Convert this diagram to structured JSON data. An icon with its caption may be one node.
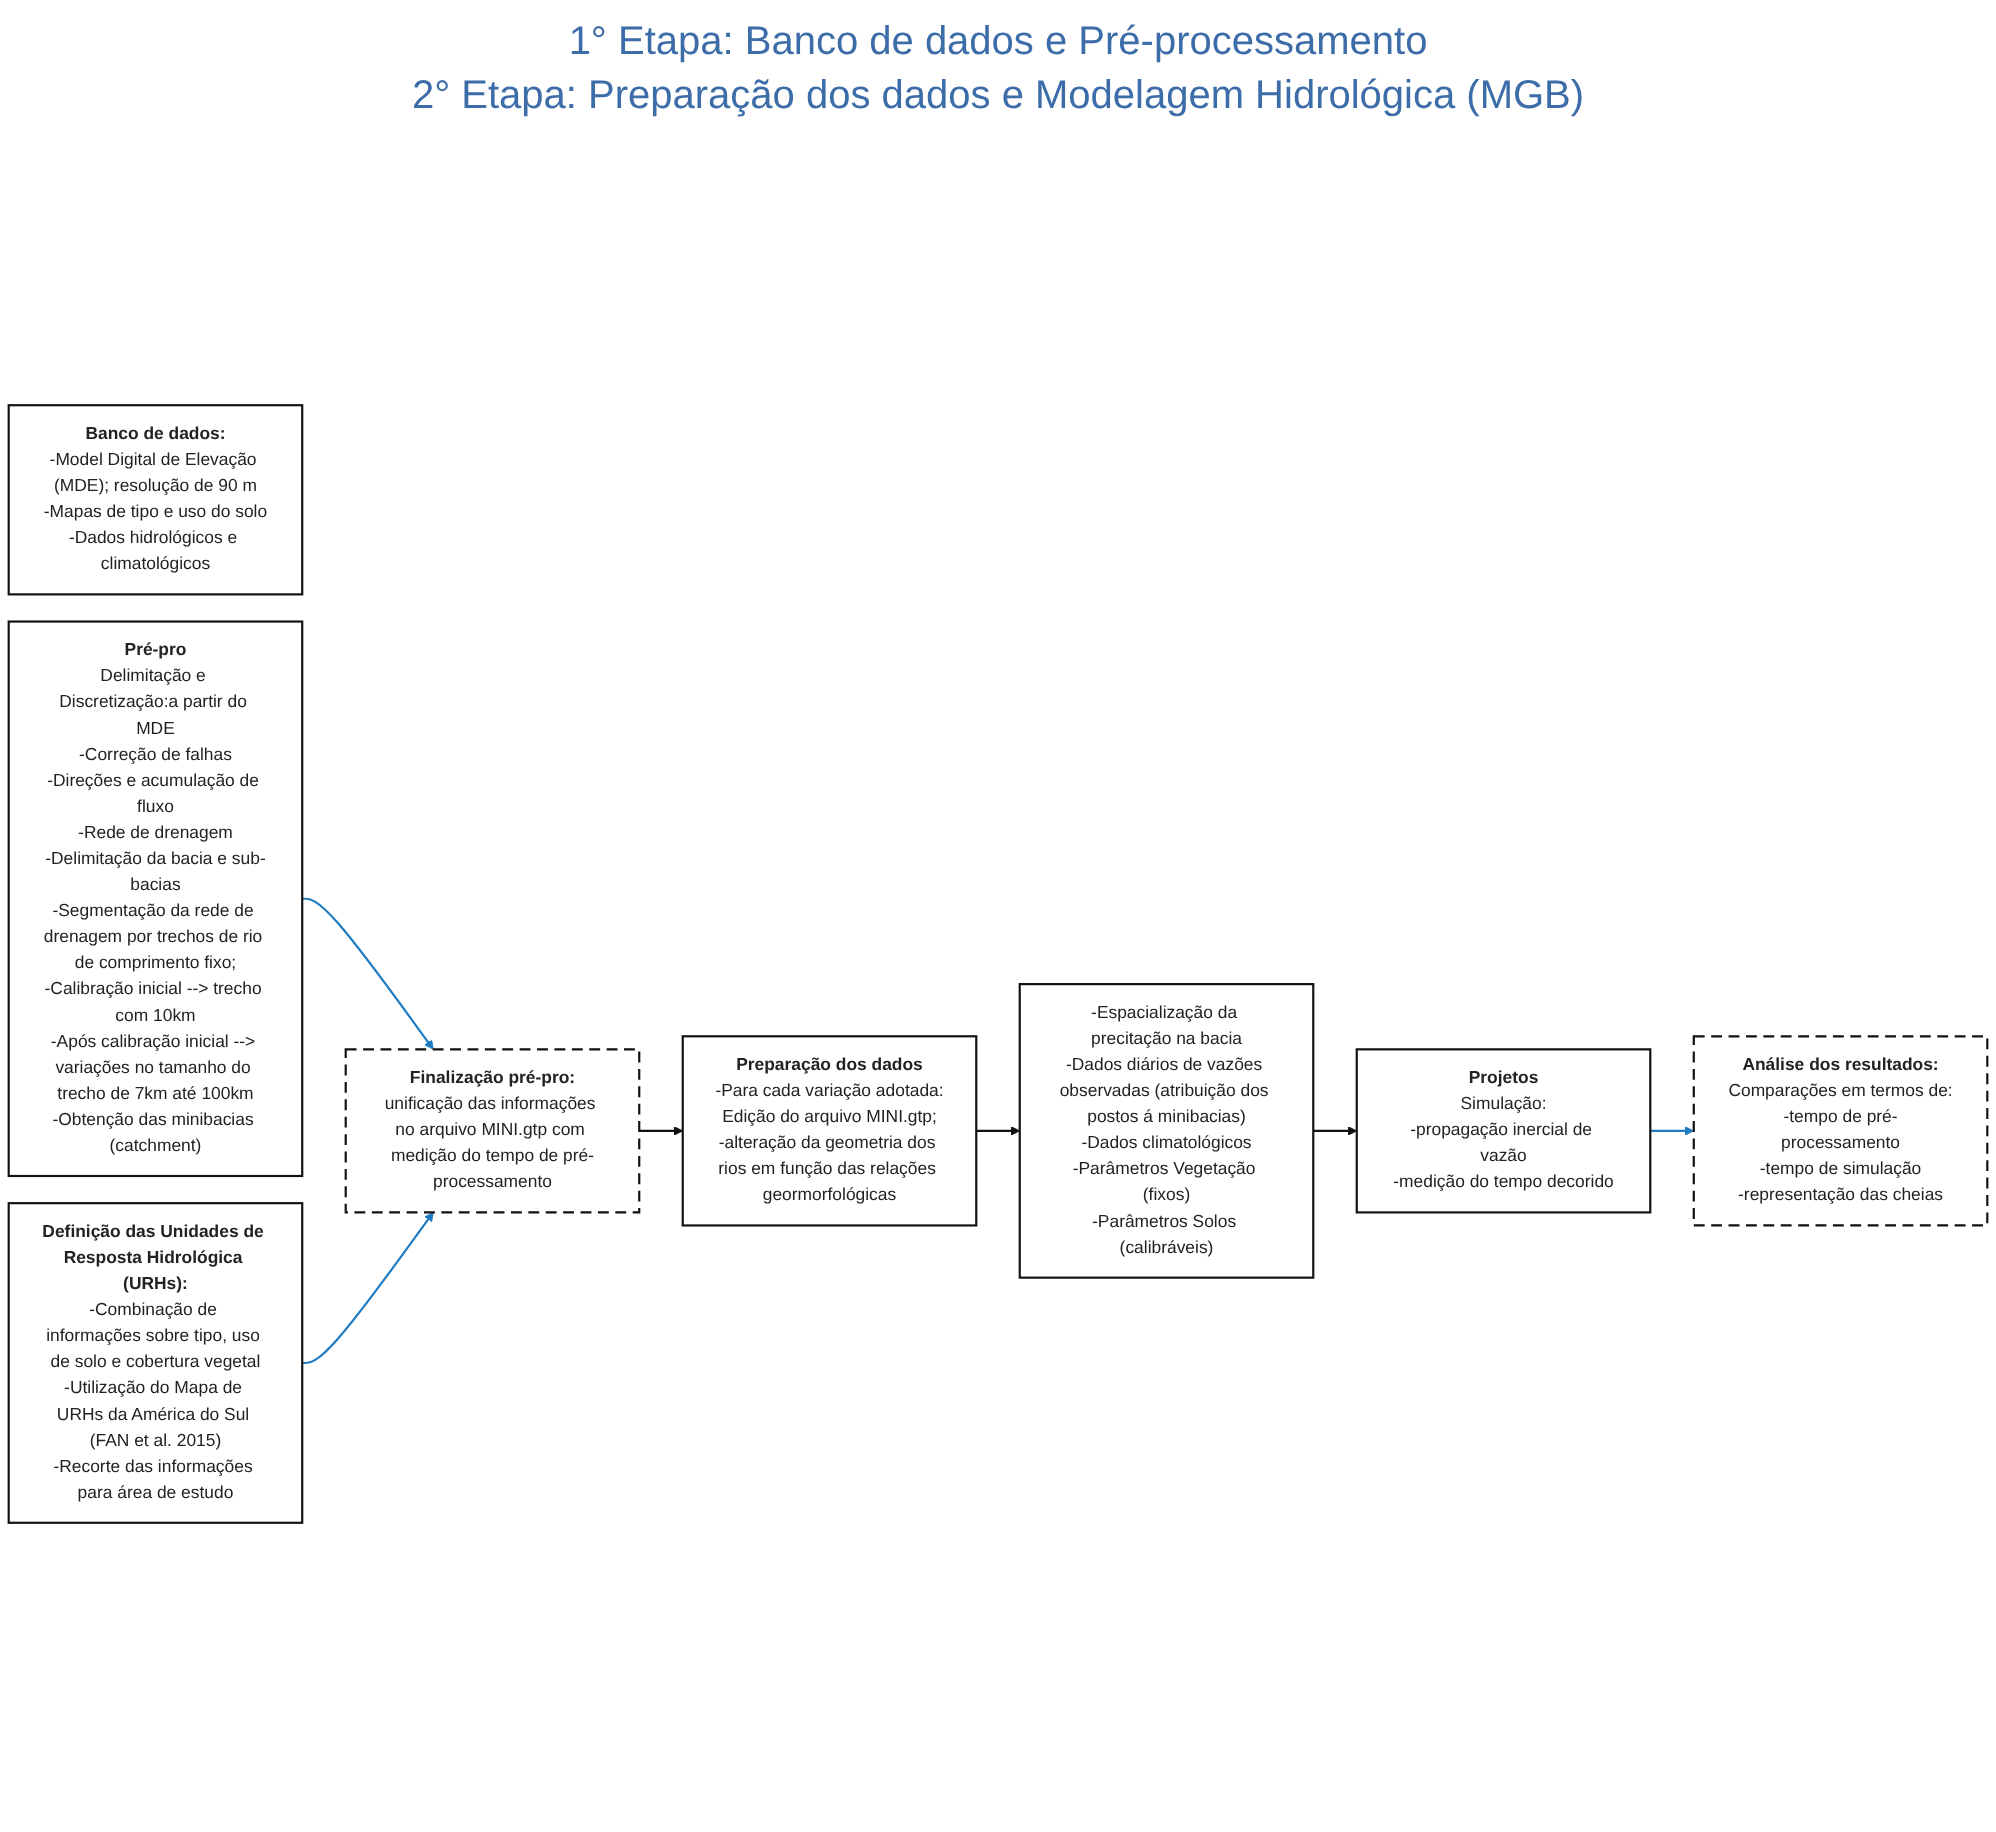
{
  "diagram": {
    "nodes": [
      {
        "text": [
          "Banco de dados:",
          "-Model Digital de Elevação (MDE); resolução de 90 m",
          "-Mapas de tipo e uso do solo",
          "-Dados hidrológicos e climatológicos"
        ]
      },
      {
        "text": [
          "Pré-pro",
          "Delimitação e Discretização:a partir do MDE",
          "-Correção de falhas",
          "-Direções e acumulação de fluxo",
          "-Rede de drenagem",
          "-Delimitação da bacia e sub-bacias",
          "-Segmentação da rede de drenagem por trechos de rio de comprimento fixo;",
          "-Calibração inicial --> trecho com 10km",
          "-Após calibração inicial --> variações no tamanho do trecho de 7km até 100km",
          "-Obtenção das minibacias (catchment)"
        ]
      },
      {
        "text": [
          "Definição das Unidades de Resposta Hidrológica (URHs):",
          "-Combinação de informações sobre tipo, uso de solo e cobertura vegetal",
          "-Utilização do Mapa de URHs da América do Sul (FAN et al. 2015)",
          "-Recorte das informações para área de estudo"
        ]
      },
      {
        "text": [
          "Finalização pré-pro:",
          "unificação das informações no arquivo MINI.gtp com medição do tempo de pré-processamento"
        ]
      },
      {
        "text": [
          "Preparação dos dados",
          "-Para cada variação adotada:",
          "Edição do arquivo MINI.gtp;",
          "-alteração da geometria dos rios em função das relações geormorfológicas"
        ]
      },
      {
        "text": [
          "-Espacialização da precitação na bacia",
          "-Dados diários de vazões observadas (atribuição dos postos á minibacias)",
          "-Dados climatológicos",
          "-Parâmetros Vegetação (fixos)",
          "-Parâmetros Solos (calibráveis)"
        ]
      },
      {
        "text": [
          "Projetos",
          "Simulação:",
          "-propagação inercial de vazão",
          "-medição do tempo decorido"
        ]
      },
      {
        "text": [
          "Análise dos resultados:",
          "Comparações em termos de:",
          "-tempo de pré-processamento",
          "-tempo de simulação",
          "-representação das cheias"
        ]
      }
    ],
    "edges": [
      {
        "from": 1,
        "to": 3,
        "arrow": "to",
        "color": "#1f7bc1"
      },
      {
        "from": 2,
        "to": 3,
        "arrow": "to",
        "color": "#1f7bc1"
      },
      {
        "from": 3,
        "to": 4,
        "arrow": "to",
        "color": "#111111"
      },
      {
        "from": 4,
        "to": 5,
        "arrow": "to",
        "color": "#111111"
      },
      {
        "from": 5,
        "to": 6,
        "arrow": "to",
        "color": "#111111"
      },
      {
        "from": 6,
        "to": 7,
        "arrow": "to",
        "color": "#1f7bc1"
      }
    ],
    "labels": [
      "1° Etapa: Banco de dados e Pré-processamento",
      "2° Etapa: Preparação dos dados e Modelagem Hidrológica (MGB)"
    ]
  }
}
